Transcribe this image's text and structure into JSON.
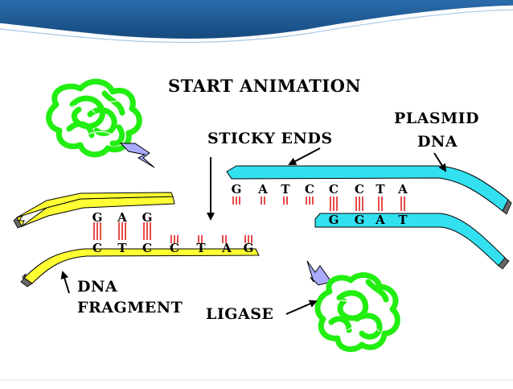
{
  "title": "START ANIMATION",
  "labels": {
    "sticky_ends": "STICKY ENDS",
    "plasmid_line1": "PLASMID",
    "plasmid_line2": "DNA",
    "fragment_line1": "DNA",
    "fragment_line2": "FRAGMENT",
    "ligase": "LIGASE"
  },
  "fragment": {
    "top_bases": [
      "G",
      "A",
      "G"
    ],
    "bottom_bases": [
      "C",
      "T",
      "C",
      "C",
      "T",
      "A",
      "G"
    ]
  },
  "plasmid": {
    "top_bases": [
      "G",
      "A",
      "T",
      "C",
      "C",
      "C",
      "T",
      "A"
    ],
    "bottom_bases": [
      "G",
      "G",
      "A",
      "T"
    ]
  },
  "colors": {
    "header": "#1b5a93",
    "fragment_strand": "#ffff33",
    "plasmid_strand": "#33e0f0",
    "enzyme": "#22ee11",
    "enzyme_site": "#aaaaff",
    "bond": "#e02020"
  },
  "icons": [
    "ligase-enzyme-icon",
    "pointer-arrow-icon"
  ]
}
